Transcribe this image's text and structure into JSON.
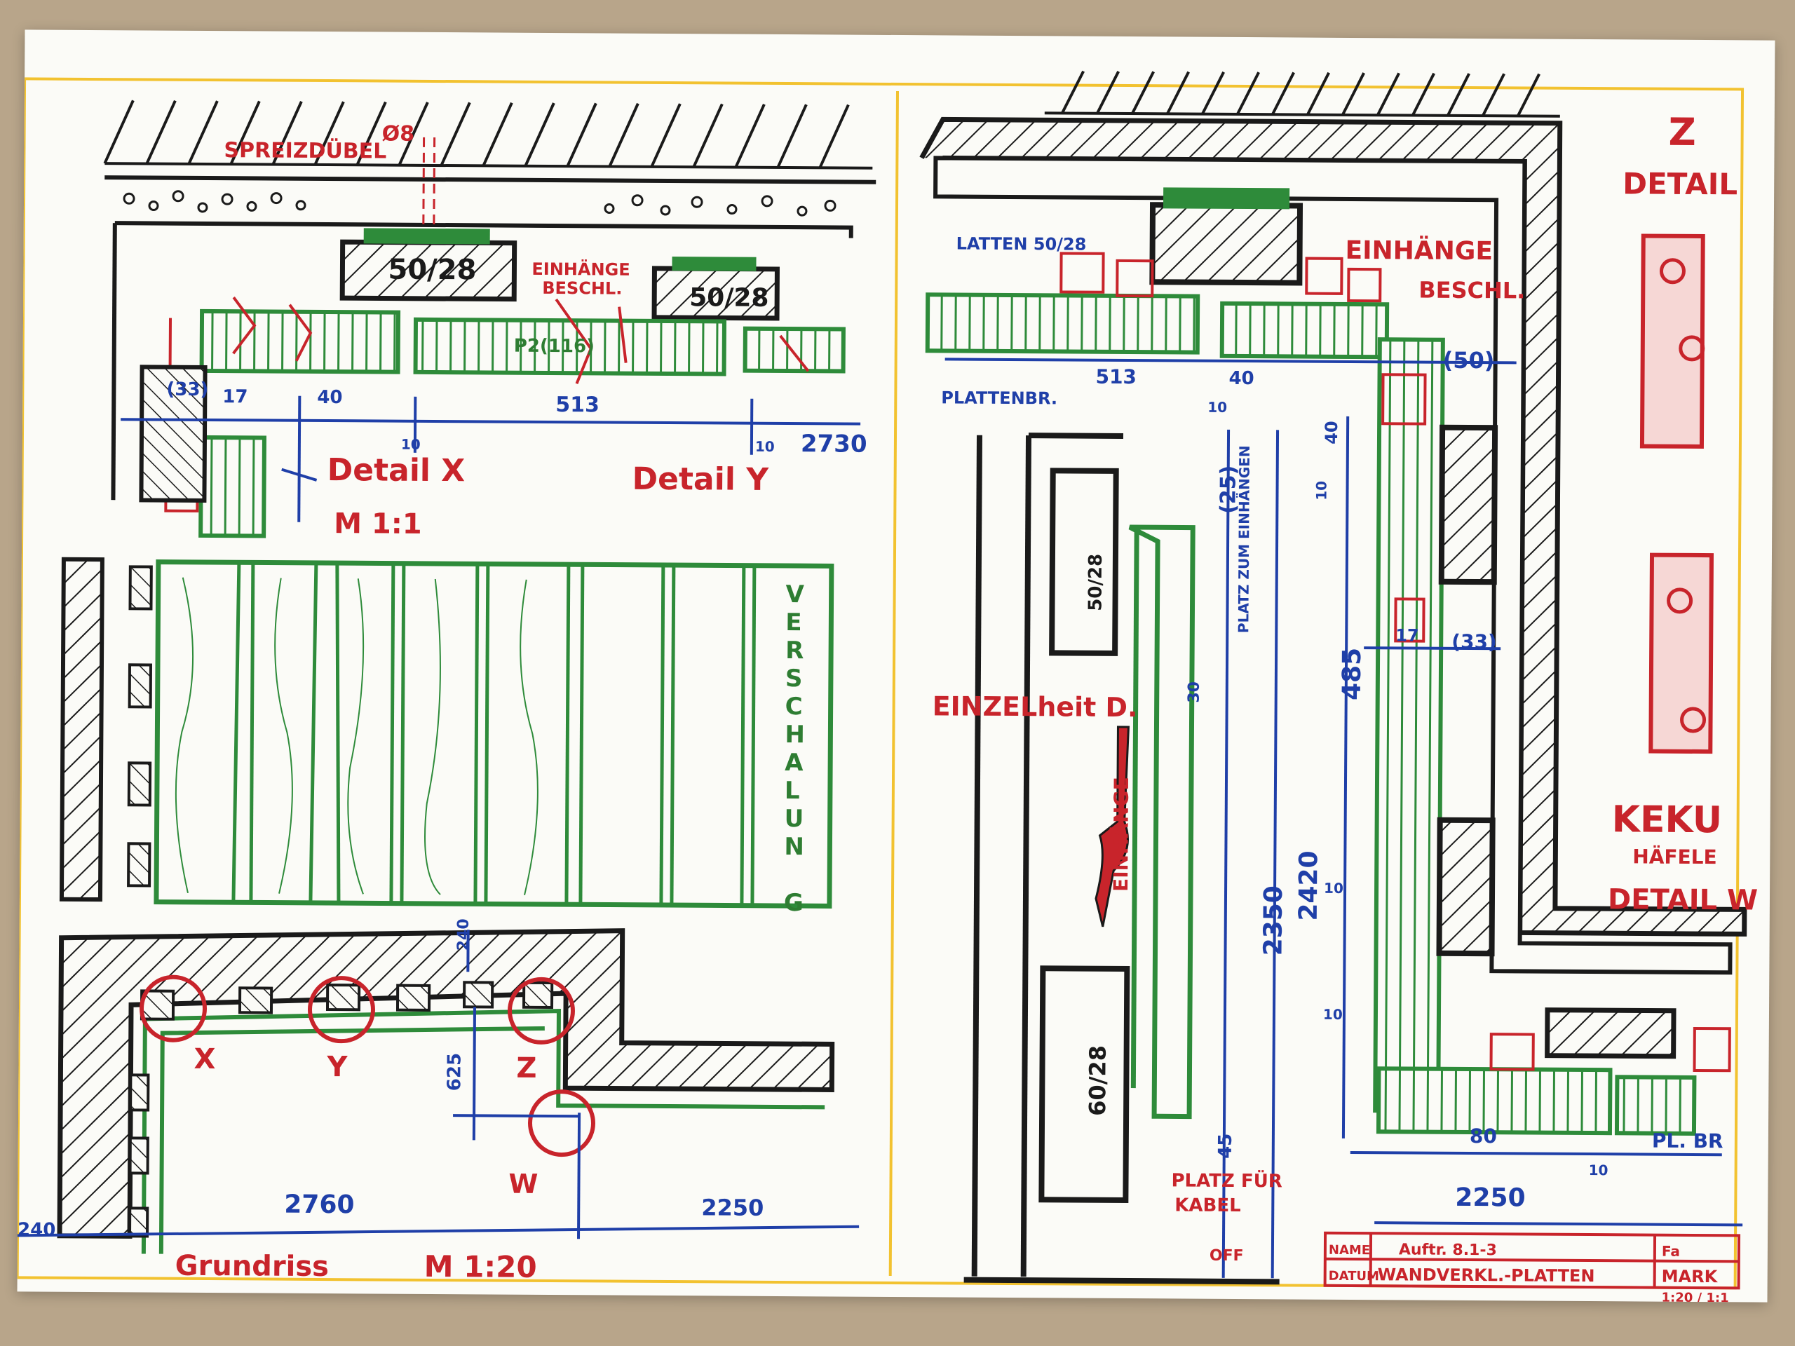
{
  "colors": {
    "border": "#f2c230",
    "wall": "#1a1a1a",
    "panel": "#2e8b3a",
    "batten": "#c8242b",
    "dimension": "#1f3fa8",
    "paper": "#fbfbf7"
  },
  "detail_xy": {
    "spreizduebel": "SPREIZDÜBEL",
    "phi8": "Ø8",
    "batten1": "50/28",
    "batten2": "50/28",
    "einhaenge": "EINHÄNGE",
    "beschl": "BESCHL.",
    "p2": "P2(116)",
    "d33": "(33)",
    "d17": "17",
    "d40": "40",
    "d10a": "10",
    "d513": "513",
    "d10b": "10",
    "d2730": "2730",
    "detail_x": "Detail X",
    "detail_y": "Detail Y",
    "scale": "M 1:1"
  },
  "elevation": {
    "label_letters": [
      "V",
      "E",
      "R",
      "S",
      "C",
      "H",
      "A",
      "L",
      "U",
      "N",
      "G"
    ]
  },
  "plan": {
    "d240_top": "240",
    "d625": "625",
    "mark_x": "X",
    "mark_y": "Y",
    "mark_z": "Z",
    "mark_w": "W",
    "d2760": "2760",
    "d2250": "2250",
    "d240_left": "240",
    "title": "Grundriss",
    "scale": "M 1:20"
  },
  "detail_w": {
    "z_letter": "Z",
    "detail_word": "DETAIL",
    "latten": "LATTEN 50/28",
    "einhaenge": "EINHÄNGE",
    "beschl": "BESCHL.",
    "plattenbr": "PLATTENBR.",
    "d513": "513",
    "d40a": "40",
    "d10a": "10",
    "d50": "(50)",
    "d40b": "40",
    "d10b": "10",
    "d25": "(25)",
    "platz": "PLATZ ZUM EINHÄNGEN",
    "d17": "17",
    "d33": "(33)",
    "d485": "485",
    "d50_28": "50/28",
    "d30": "30",
    "einzelheit": "EINZELheit D.",
    "einhaenge_vert": "EINHÄNGE",
    "d10c": "10",
    "d2350": "2350",
    "d2420": "2420",
    "d10d": "10",
    "d60_28": "60/28",
    "d45": "45",
    "platz_kabel_1": "PLATZ FÜR",
    "platz_kabel_2": "KABEL",
    "off": "OFF",
    "keku": "KEKU",
    "haefele": "HÄFELE",
    "detail_w": "DETAIL W",
    "d80": "80",
    "plbr": "PL. BR",
    "d10e": "10",
    "d2250": "2250"
  },
  "title_block": {
    "name": "NAME",
    "datum": "DATUM",
    "auftrag": "Auftr. 8.1-3",
    "title": "WANDVERKL.-PLATTEN",
    "fa": "Fa",
    "mark": "MARK",
    "scale": "1:20 / 1:1"
  }
}
